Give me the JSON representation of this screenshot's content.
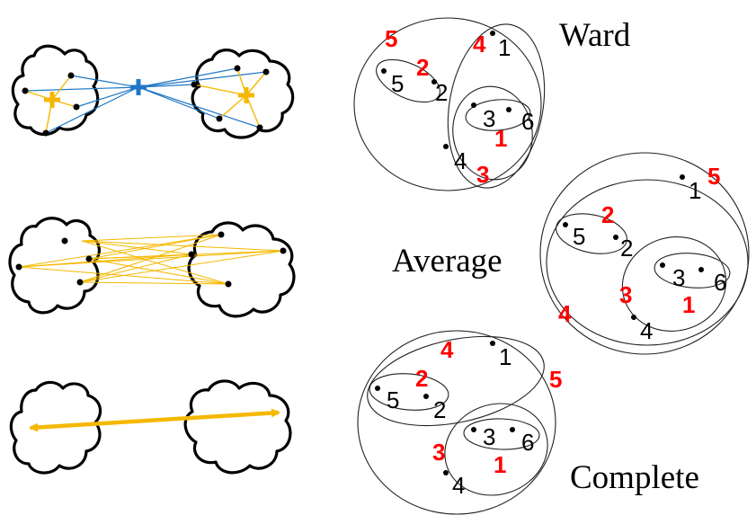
{
  "methods": {
    "ward": "Ward",
    "average": "Average",
    "complete": "Complete"
  },
  "colors": {
    "centroid_blue": "#1f77c4",
    "link_yellow": "#f5b800",
    "merge_order_red": "#ff0000"
  },
  "ward_panel": {
    "points": [
      "1",
      "2",
      "3",
      "4",
      "5",
      "6"
    ],
    "merge_order": [
      "5",
      "4",
      "2",
      "1",
      "3"
    ]
  },
  "average_panel": {
    "points": [
      "1",
      "2",
      "3",
      "4",
      "5",
      "6"
    ],
    "merge_order": [
      "5",
      "2",
      "3",
      "1",
      "4"
    ]
  },
  "complete_panel": {
    "points": [
      "1",
      "2",
      "3",
      "4",
      "5",
      "6"
    ],
    "merge_order": [
      "4",
      "2",
      "5",
      "3",
      "1"
    ]
  },
  "icons": [
    "centroid-plus-icon",
    "cluster-blob",
    "double-arrow-icon"
  ]
}
